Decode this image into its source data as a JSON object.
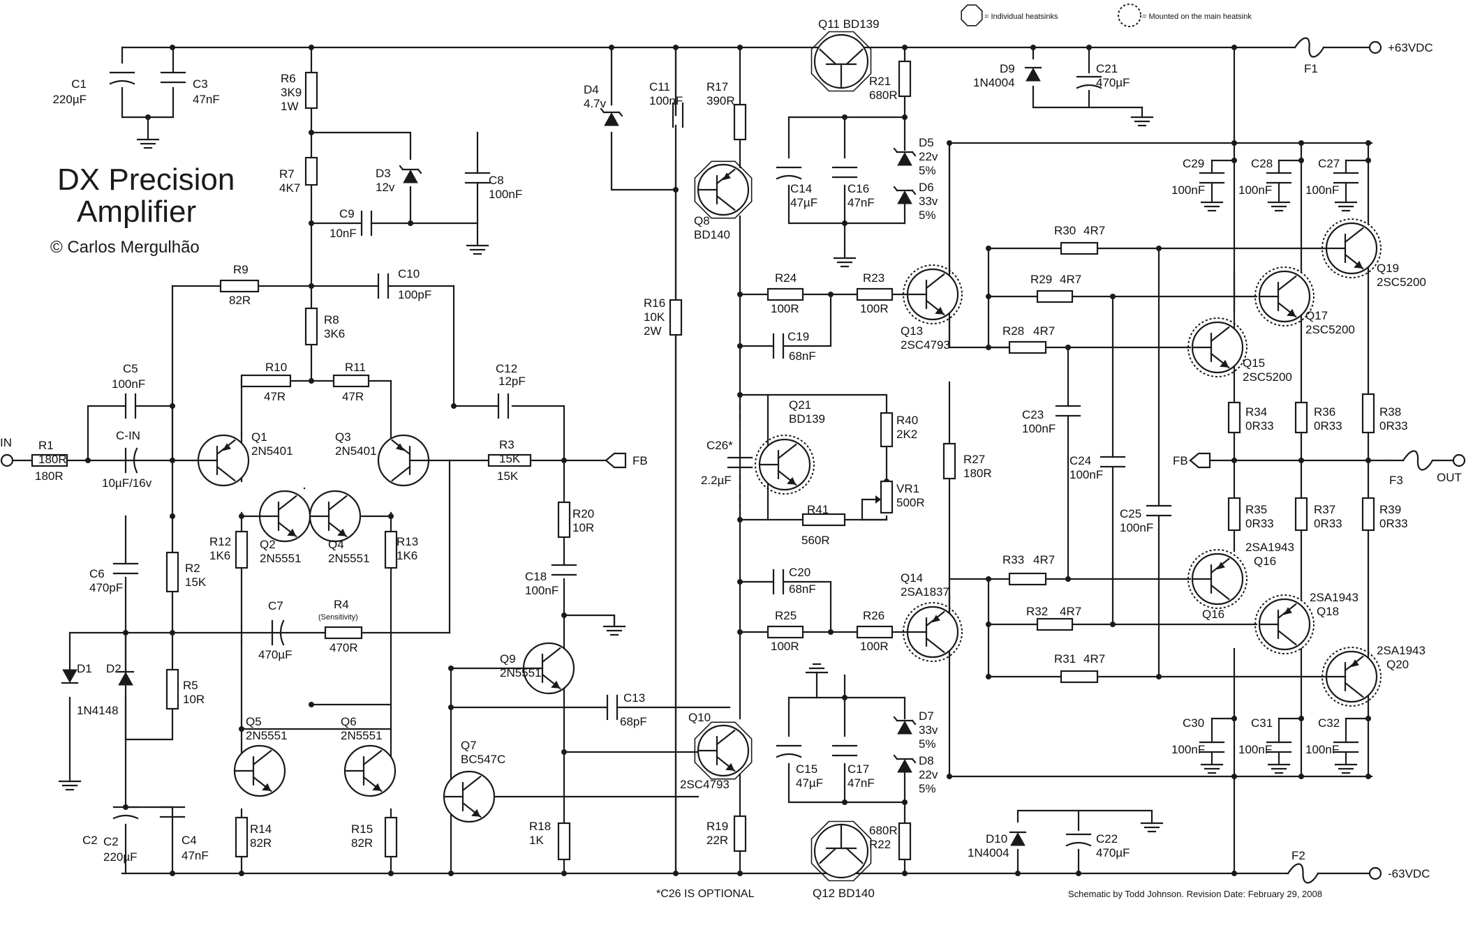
{
  "title": {
    "line1": "DX Precision",
    "line2": "Amplifier",
    "author": "© Carlos Mergulhão"
  },
  "legend": {
    "individual": "= Individual heatsinks",
    "main": "= Mounted on the main heatsink"
  },
  "terminals": {
    "in": "IN",
    "fb": "FB",
    "fb2": "FB",
    "out": "OUT",
    "vpos": "+63VDC",
    "vneg": "-63VDC"
  },
  "notes": {
    "c26": "*C26 IS OPTIONAL",
    "credit": "Schematic by Todd Johnson.  Revision Date: February 29, 2008"
  },
  "fuses": {
    "F1": "F1",
    "F2": "F2",
    "F3": "F3"
  },
  "resistors": {
    "R1": [
      "R1",
      "180R"
    ],
    "R2": [
      "R2",
      "15K"
    ],
    "R3": [
      "R3",
      "15K"
    ],
    "R4": [
      "R4",
      "(Sensitivity)",
      "470R"
    ],
    "R5": [
      "R5",
      "10R"
    ],
    "R6": [
      "R6",
      "3K9",
      "1W"
    ],
    "R7": [
      "R7",
      "4K7"
    ],
    "R8": [
      "R8",
      "3K6"
    ],
    "R9": [
      "R9",
      "82R"
    ],
    "R10": [
      "R10",
      "47R"
    ],
    "R11": [
      "R11",
      "47R"
    ],
    "R12": [
      "R12",
      "1K6"
    ],
    "R13": [
      "R13",
      "1K6"
    ],
    "R14": [
      "R14",
      "82R"
    ],
    "R15": [
      "R15",
      "82R"
    ],
    "R16": [
      "R16",
      "10K",
      "2W"
    ],
    "R17": [
      "R17",
      "390R"
    ],
    "R18": [
      "R18",
      "1K"
    ],
    "R19": [
      "R19",
      "22R"
    ],
    "R20": [
      "R20",
      "10R"
    ],
    "R21": [
      "R21",
      "680R"
    ],
    "R22": [
      "680R",
      "R22"
    ],
    "R23": [
      "R23",
      "100R"
    ],
    "R24": [
      "R24",
      "100R"
    ],
    "R25": [
      "R25",
      "100R"
    ],
    "R26": [
      "R26",
      "100R"
    ],
    "R27": [
      "R27",
      "180R"
    ],
    "R28": [
      "R28",
      "4R7"
    ],
    "R29": [
      "R29",
      "4R7"
    ],
    "R30": [
      "R30",
      "4R7"
    ],
    "R31": [
      "R31",
      "4R7"
    ],
    "R32": [
      "R32",
      "4R7"
    ],
    "R33": [
      "R33",
      "4R7"
    ],
    "R34": [
      "R34",
      "0R33"
    ],
    "R35": [
      "R35",
      "0R33"
    ],
    "R36": [
      "R36",
      "0R33"
    ],
    "R37": [
      "R37",
      "0R33"
    ],
    "R38": [
      "R38",
      "0R33"
    ],
    "R39": [
      "R39",
      "0R33"
    ],
    "R40": [
      "R40",
      "2K2"
    ],
    "R41": [
      "R41",
      "560R"
    ],
    "VR1": [
      "VR1",
      "500R"
    ]
  },
  "capacitors": {
    "C1": [
      "C1",
      "220µF"
    ],
    "C2": [
      "C2",
      "220µF"
    ],
    "C3": [
      "C3",
      "47nF"
    ],
    "C4": [
      "C4",
      "47nF"
    ],
    "C5": [
      "C5",
      "100nF"
    ],
    "CIN": [
      "C-IN",
      "10µF/16v"
    ],
    "C6": [
      "C6",
      "470pF"
    ],
    "C7": [
      "C7",
      "470µF"
    ],
    "C8": [
      "C8",
      "100nF"
    ],
    "C9": [
      "C9",
      "10nF"
    ],
    "C10": [
      "C10",
      "100pF"
    ],
    "C11": [
      "C11",
      "100nF"
    ],
    "C12": [
      "C12",
      "12pF"
    ],
    "C13": [
      "C13",
      "68pF"
    ],
    "C14": [
      "C14",
      "47µF"
    ],
    "C15": [
      "C15",
      "47µF"
    ],
    "C16": [
      "C16",
      "47nF"
    ],
    "C17": [
      "C17",
      "47nF"
    ],
    "C18": [
      "C18",
      "100nF"
    ],
    "C19": [
      "C19",
      "68nF"
    ],
    "C20": [
      "C20",
      "68nF"
    ],
    "C21": [
      "C21",
      "470µF"
    ],
    "C22": [
      "C22",
      "470µF"
    ],
    "C23": [
      "C23",
      "100nF"
    ],
    "C24": [
      "C24",
      "100nF"
    ],
    "C25": [
      "C25",
      "100nF"
    ],
    "C26": [
      "C26*",
      "2.2µF"
    ],
    "C27": [
      "C27",
      "100nF"
    ],
    "C28": [
      "C28",
      "100nF"
    ],
    "C29": [
      "C29",
      "100nF"
    ],
    "C30": [
      "C30",
      "100nF"
    ],
    "C31": [
      "C31",
      "100nF"
    ],
    "C32": [
      "C32",
      "100nF"
    ]
  },
  "diodes": {
    "D1": [
      "D1",
      "1N4148"
    ],
    "D2": [
      "D2"
    ],
    "D3": [
      "D3",
      "12v"
    ],
    "D4": [
      "D4",
      "4.7v"
    ],
    "D5": [
      "D5",
      "22v",
      "5%"
    ],
    "D6": [
      "D6",
      "33v",
      "5%"
    ],
    "D7": [
      "D7",
      "33v",
      "5%"
    ],
    "D8": [
      "D8",
      "22v",
      "5%"
    ],
    "D9": [
      "D9",
      "1N4004"
    ],
    "D10": [
      "D10",
      "1N4004"
    ]
  },
  "transistors": {
    "Q1": [
      "Q1",
      "2N5401"
    ],
    "Q2": [
      "Q2",
      "2N5551"
    ],
    "Q3": [
      "Q3",
      "2N5401"
    ],
    "Q4": [
      "Q4",
      "2N5551"
    ],
    "Q5": [
      "Q5",
      "2N5551"
    ],
    "Q6": [
      "Q6",
      "2N5551"
    ],
    "Q7": [
      "Q7",
      "BC547C"
    ],
    "Q8": [
      "Q8",
      "BD140"
    ],
    "Q9": [
      "Q9",
      "2N5551"
    ],
    "Q10": [
      "Q10",
      "2SC4793"
    ],
    "Q11": [
      "Q11  BD139"
    ],
    "Q12": [
      "Q12   BD140"
    ],
    "Q13": [
      "Q13",
      "2SC4793"
    ],
    "Q14": [
      "Q14",
      "2SA1837"
    ],
    "Q15": [
      "Q15",
      "2SC5200"
    ],
    "Q16": [
      "2SA1943",
      "Q16",
      "Q16"
    ],
    "Q17": [
      "Q17",
      "2SC5200"
    ],
    "Q18": [
      "2SA1943",
      "Q18"
    ],
    "Q19": [
      "Q19",
      "2SC5200"
    ],
    "Q20": [
      "2SA1943",
      "Q20"
    ],
    "Q21": [
      "Q21",
      "BD139"
    ]
  }
}
